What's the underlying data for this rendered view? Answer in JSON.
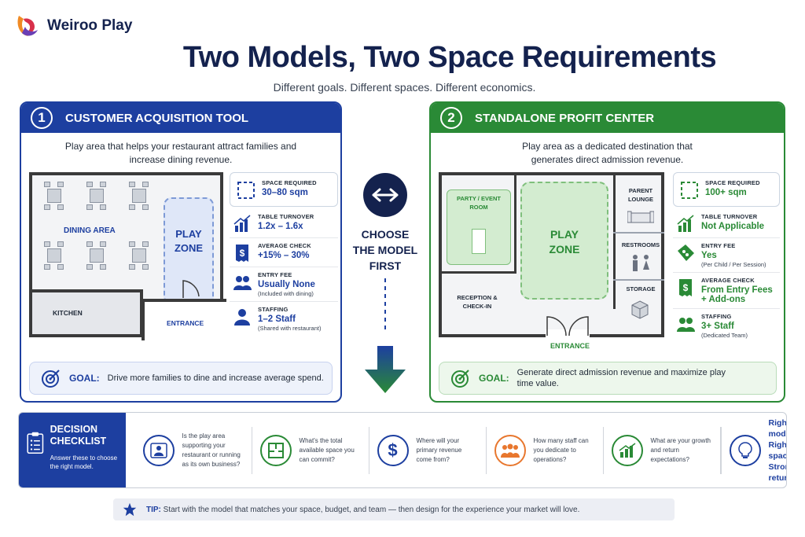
{
  "brand": {
    "name": "Weiroo Play"
  },
  "header": {
    "title": "Two Models, Two Space Requirements",
    "subtitle": "Different goals. Different spaces. Different economics."
  },
  "model1": {
    "number": "1",
    "title": "CUSTOMER ACQUISITION TOOL",
    "description": "Play area that helps your restaurant attract families and increase dining revenue.",
    "plan": {
      "dining": "DINING AREA",
      "zone": "PLAY ZONE",
      "kitchen": "KITCHEN",
      "entrance": "ENTRANCE"
    },
    "stats": [
      {
        "label": "SPACE REQUIRED",
        "value": "30–80 sqm",
        "sub": "",
        "icon": "space-icon"
      },
      {
        "label": "TABLE TURNOVER",
        "value": "1.2x – 1.6x",
        "sub": "",
        "icon": "growth-chart-icon"
      },
      {
        "label": "AVERAGE CHECK",
        "value": "+15% – 30%",
        "sub": "",
        "icon": "receipt-dollar-icon"
      },
      {
        "label": "ENTRY FEE",
        "value": "Usually None",
        "sub": "(Included with dining)",
        "icon": "group-icon"
      },
      {
        "label": "STAFFING",
        "value": "1–2 Staff",
        "sub": "(Shared with restaurant)",
        "icon": "person-icon"
      }
    ],
    "goal_label": "GOAL:",
    "goal_text": "Drive more families to dine and increase average spend."
  },
  "middle": {
    "line1": "CHOOSE",
    "line2": "THE MODEL",
    "line3": "FIRST"
  },
  "model2": {
    "number": "2",
    "title": "STANDALONE PROFIT CENTER",
    "description": "Play area as a dedicated destination that generates direct admission revenue.",
    "plan": {
      "party": "PARTY / EVENT ROOM",
      "zone": "PLAY ZONE",
      "lounge": "PARENT LOUNGE",
      "restrooms": "RESTROOMS",
      "reception": "RECEPTION & CHECK-IN",
      "storage": "STORAGE",
      "entrance": "ENTRANCE"
    },
    "stats": [
      {
        "label": "SPACE REQUIRED",
        "value": "100+ sqm",
        "sub": "",
        "icon": "space-icon"
      },
      {
        "label": "TABLE TURNOVER",
        "value": "Not Applicable",
        "sub": "",
        "icon": "growth-chart-icon"
      },
      {
        "label": "ENTRY FEE",
        "value": "Yes",
        "sub": "(Per Child / Per Session)",
        "icon": "ticket-icon"
      },
      {
        "label": "AVERAGE CHECK",
        "value": "From Entry Fees + Add-ons",
        "sub": "",
        "icon": "receipt-dollar-icon"
      },
      {
        "label": "STAFFING",
        "value": "3+ Staff",
        "sub": "(Dedicated Team)",
        "icon": "group-icon"
      }
    ],
    "goal_label": "GOAL:",
    "goal_text": "Generate direct admission revenue and maximize play time value."
  },
  "checklist": {
    "title": "DECISION CHECKLIST",
    "subtitle": "Answer these to choose the right model.",
    "items": [
      {
        "text": "Is the play area supporting your restaurant or running as its own business?",
        "icon": "person-card-icon",
        "color": "#1d3fa0"
      },
      {
        "text": "What's the total available space you can commit?",
        "icon": "floorplan-icon",
        "color": "#2a8a36"
      },
      {
        "text": "Where will your primary revenue come from?",
        "icon": "dollar-icon",
        "color": "#1d3fa0"
      },
      {
        "text": "How many staff can you dedicate to operations?",
        "icon": "team-icon",
        "color": "#e8772e"
      },
      {
        "text": "What are your growth and return expectations?",
        "icon": "growth-chart-icon",
        "color": "#2a8a36"
      }
    ],
    "final": {
      "line1": "Right model.",
      "line2": "Right space.",
      "line3": "Stronger returns.",
      "icon": "lightbulb-icon"
    }
  },
  "tip": {
    "label": "TIP:",
    "text": "Start with the model that matches your space, budget, and team — then design for the experience your market will love."
  },
  "colors": {
    "navy": "#14224e",
    "blue": "#1d3fa0",
    "green": "#2a8a36",
    "orange": "#e8772e"
  }
}
